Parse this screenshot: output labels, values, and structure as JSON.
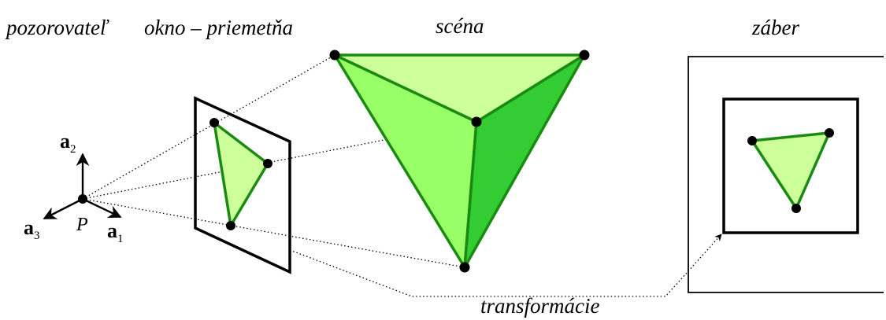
{
  "labels": {
    "observer": "pozorovateľ",
    "window": "okno – priemetňa",
    "scene": "scéna",
    "shot": "záber",
    "transforms": "transformácie"
  },
  "axes": {
    "point": "P",
    "a1": {
      "base": "a",
      "sub": "1"
    },
    "a2": {
      "base": "a",
      "sub": "2"
    },
    "a3": {
      "base": "a",
      "sub": "3"
    }
  },
  "colors": {
    "edge": "#1a8a12",
    "light_fill": "#ccff99",
    "mid_fill": "#99ff66",
    "dark_fill": "#33cc33",
    "outline": "#000000"
  }
}
